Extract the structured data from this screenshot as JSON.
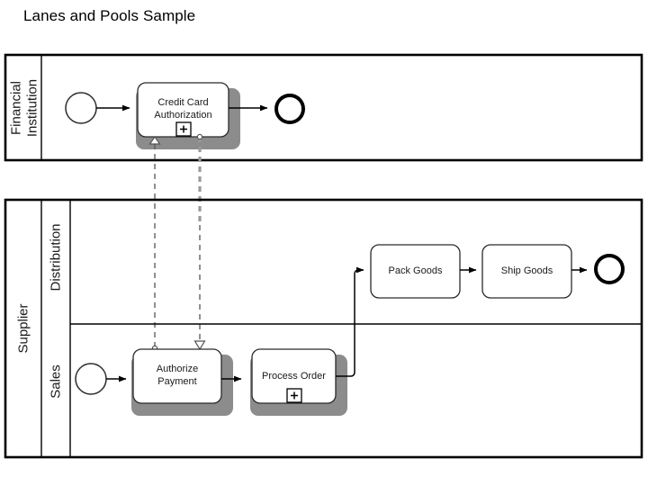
{
  "page": {
    "title": "Lanes and Pools Sample",
    "background": "#ffffff"
  },
  "colors": {
    "stroke": "#000000",
    "task_stroke": "#2b2b2b",
    "task_fill": "#ffffff",
    "shadow": "#8c8c8c",
    "message_flow": "#555555",
    "label_text": "#1a1a1a"
  },
  "diagram": {
    "type": "bpmn-lanes-and-pools",
    "pools": [
      {
        "name": "Financial Institution",
        "label": "Financial Institution",
        "lanes": [],
        "elements": [
          {
            "id": "fi-start",
            "type": "start-event",
            "label": ""
          },
          {
            "id": "fi-task-1",
            "type": "task",
            "label": "Credit Card Authorization",
            "marker": "+"
          },
          {
            "id": "fi-end",
            "type": "end-event",
            "label": ""
          }
        ],
        "flows": [
          {
            "from": "fi-start",
            "to": "fi-task-1",
            "type": "sequence"
          },
          {
            "from": "fi-task-1",
            "to": "fi-end",
            "type": "sequence"
          }
        ]
      },
      {
        "name": "Supplier",
        "label": "Supplier",
        "lanes": [
          {
            "name": "Distribution",
            "label": "Distribution",
            "elements": [
              {
                "id": "sup-pack",
                "type": "task",
                "label": "Pack Goods",
                "marker": ""
              },
              {
                "id": "sup-ship",
                "type": "task",
                "label": "Ship Goods",
                "marker": ""
              },
              {
                "id": "sup-end",
                "type": "end-event",
                "label": ""
              }
            ]
          },
          {
            "name": "Sales",
            "label": "Sales",
            "elements": [
              {
                "id": "sup-start",
                "type": "start-event",
                "label": ""
              },
              {
                "id": "sup-auth",
                "type": "task",
                "label": "Authorize Payment",
                "marker": ""
              },
              {
                "id": "sup-proc",
                "type": "task",
                "label": "Process Order",
                "marker": "+"
              }
            ]
          }
        ],
        "flows": [
          {
            "from": "sup-start",
            "to": "sup-auth",
            "type": "sequence"
          },
          {
            "from": "sup-auth",
            "to": "sup-proc",
            "type": "sequence"
          },
          {
            "from": "sup-proc",
            "to": "sup-pack",
            "type": "sequence"
          },
          {
            "from": "sup-pack",
            "to": "sup-ship",
            "type": "sequence"
          },
          {
            "from": "sup-ship",
            "to": "sup-end",
            "type": "sequence"
          }
        ]
      }
    ],
    "message_flows": [
      {
        "from": "sup-auth",
        "to": "fi-task-1",
        "direction": "up"
      },
      {
        "from": "fi-task-1",
        "to": "sup-auth",
        "direction": "down"
      }
    ]
  },
  "tasks": {
    "credit_card_authorization": "Credit Card Authorization",
    "credit_card_authorization_line1": "Credit Card",
    "credit_card_authorization_line2": "Authorization",
    "authorize_payment_line1": "Authorize",
    "authorize_payment_line2": "Payment",
    "process_order": "Process Order",
    "pack_goods": "Pack Goods",
    "ship_goods": "Ship Goods",
    "subprocess_marker": "+"
  },
  "labels": {
    "pool_financial_institution_line1": "Financial",
    "pool_financial_institution_line2": "Institution",
    "pool_supplier": "Supplier",
    "lane_distribution": "Distribution",
    "lane_sales": "Sales"
  }
}
